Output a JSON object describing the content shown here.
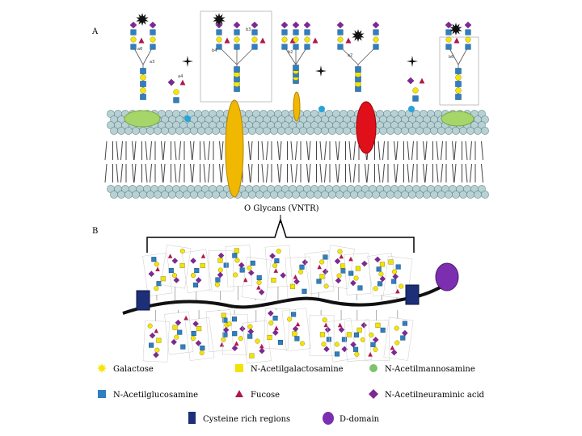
{
  "panel_a": {
    "label": "A",
    "linkage_labels": [
      "a6",
      "a3",
      "b4",
      "b3",
      "b2",
      "a2",
      "b6",
      "a4"
    ]
  },
  "panel_b": {
    "label": "B",
    "caption": "O Glycans (VNTR)"
  },
  "legend": {
    "items": [
      {
        "key": "galactose",
        "label": "Galactose",
        "shape": "star",
        "color": "#f5e60a"
      },
      {
        "key": "galnac",
        "label": "N-Acetilgalactosamine",
        "shape": "square",
        "color": "#f2e300"
      },
      {
        "key": "mannosamine",
        "label": "N-Acetilmannosamine",
        "shape": "circle",
        "color": "#7cc36a"
      },
      {
        "key": "glcnac",
        "label": "N-Acetilglucosamine",
        "shape": "square",
        "color": "#2f7fc1"
      },
      {
        "key": "fucose",
        "label": "Fucose",
        "shape": "triangle",
        "color": "#b0174e"
      },
      {
        "key": "neuraminic",
        "label": "N-Acetilneuraminic acid",
        "shape": "diamond",
        "color": "#7b2a8f"
      },
      {
        "key": "cysteine",
        "label": "Cysteine rich regions",
        "shape": "rect",
        "color": "#1c2f78"
      },
      {
        "key": "ddomain",
        "label": "D-domain",
        "shape": "ellipse",
        "color": "#7b2fb0"
      }
    ]
  },
  "colors": {
    "bead": "#b7d1d4",
    "bead_stroke": "#6f8e92",
    "tail": "#444444",
    "yellow_protein": "#f0b800",
    "red_protein": "#e0101a",
    "green_protein": "#a6d66a",
    "cyan_dot": "#29a3d8",
    "cysteine": "#1c2f78",
    "ddomain": "#7b2fb0",
    "glcnac": "#2f7fc1",
    "galactose": "#f5e60a",
    "fucose": "#b0174e",
    "sialic": "#7b2a8f"
  }
}
